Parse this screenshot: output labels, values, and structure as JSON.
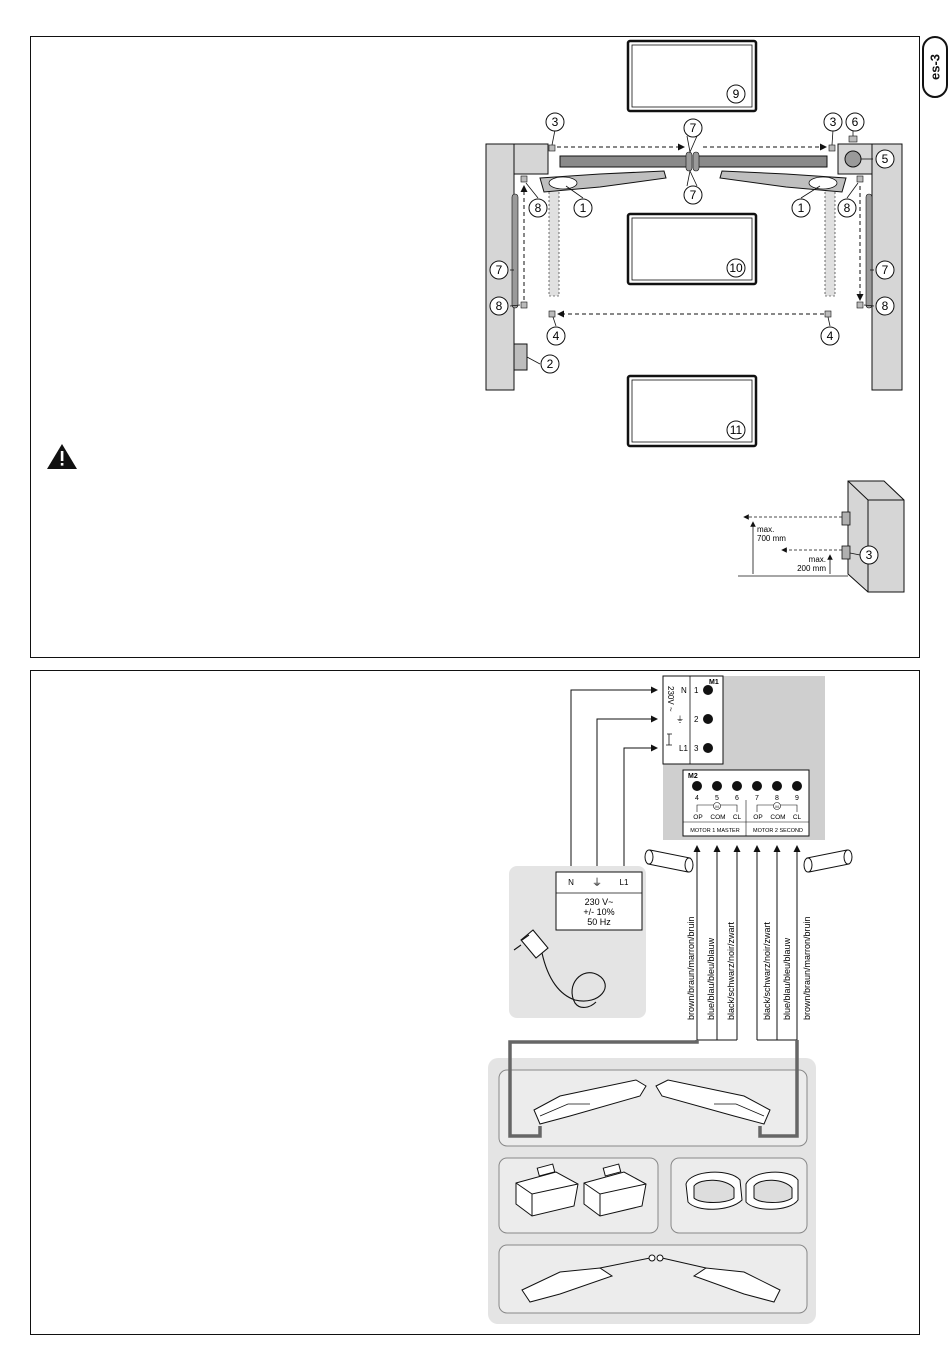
{
  "page": {
    "tab_label": "es-3"
  },
  "layout_diagram": {
    "callouts": [
      "1",
      "2",
      "3",
      "4",
      "5",
      "6",
      "7",
      "8",
      "9",
      "10",
      "11"
    ],
    "height_detail": {
      "max_upper_label": "max.",
      "max_upper_value": "700 mm",
      "max_lower_label": "max.",
      "max_lower_value": "200 mm",
      "callout": "3"
    }
  },
  "wiring_diagram": {
    "terminal_block_m1": {
      "label": "M1",
      "voltage_label": "230V ~",
      "rows": [
        {
          "term": "N",
          "num": "1"
        },
        {
          "term": "⏚",
          "num": "2"
        },
        {
          "term": "L1",
          "num": "3"
        }
      ]
    },
    "terminal_block_m2": {
      "label": "M2",
      "numbers": [
        "4",
        "5",
        "6",
        "7",
        "8",
        "9"
      ],
      "labels": [
        "OP",
        "COM",
        "CL",
        "OP",
        "COM",
        "CL"
      ],
      "motor1_label": "MOTOR 1 MASTER",
      "motor2_label": "MOTOR 2 SECOND",
      "motor_symbol": "M"
    },
    "mains_box": {
      "n": "N",
      "ground": "⏚",
      "l1": "L1",
      "voltage": "230 V~",
      "tolerance": "+/- 10%",
      "frequency": "50 Hz"
    },
    "wire_labels": [
      "brown/braun/marron/bruin",
      "blue/blau/bleu/blauw",
      "black/schwarz/noir/zwart",
      "black/schwarz/noir/zwart",
      "blue/blau/bleu/blauw",
      "brown/braun/marron/bruin"
    ]
  }
}
